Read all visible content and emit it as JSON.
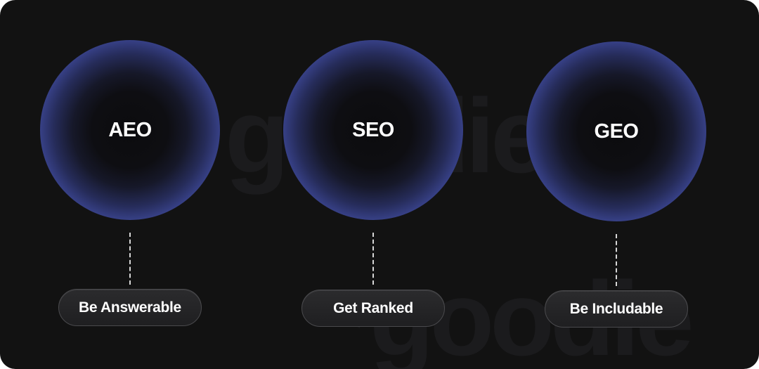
{
  "watermark": {
    "text_top": "goodie",
    "text_bottom": "goodie"
  },
  "columns": [
    {
      "circle_label": "AEO",
      "pill_label": "Be Answerable"
    },
    {
      "circle_label": "SEO",
      "pill_label": "Get Ranked"
    },
    {
      "circle_label": "GEO",
      "pill_label": "Be Includable"
    }
  ],
  "colors": {
    "background": "#121212",
    "circle_edge": "#5b6be0",
    "circle_center": "#0c0c0e",
    "pill_bg": "#232325",
    "pill_border": "#4a4a4d",
    "connector": "#d7d7d7",
    "text": "#ffffff"
  }
}
